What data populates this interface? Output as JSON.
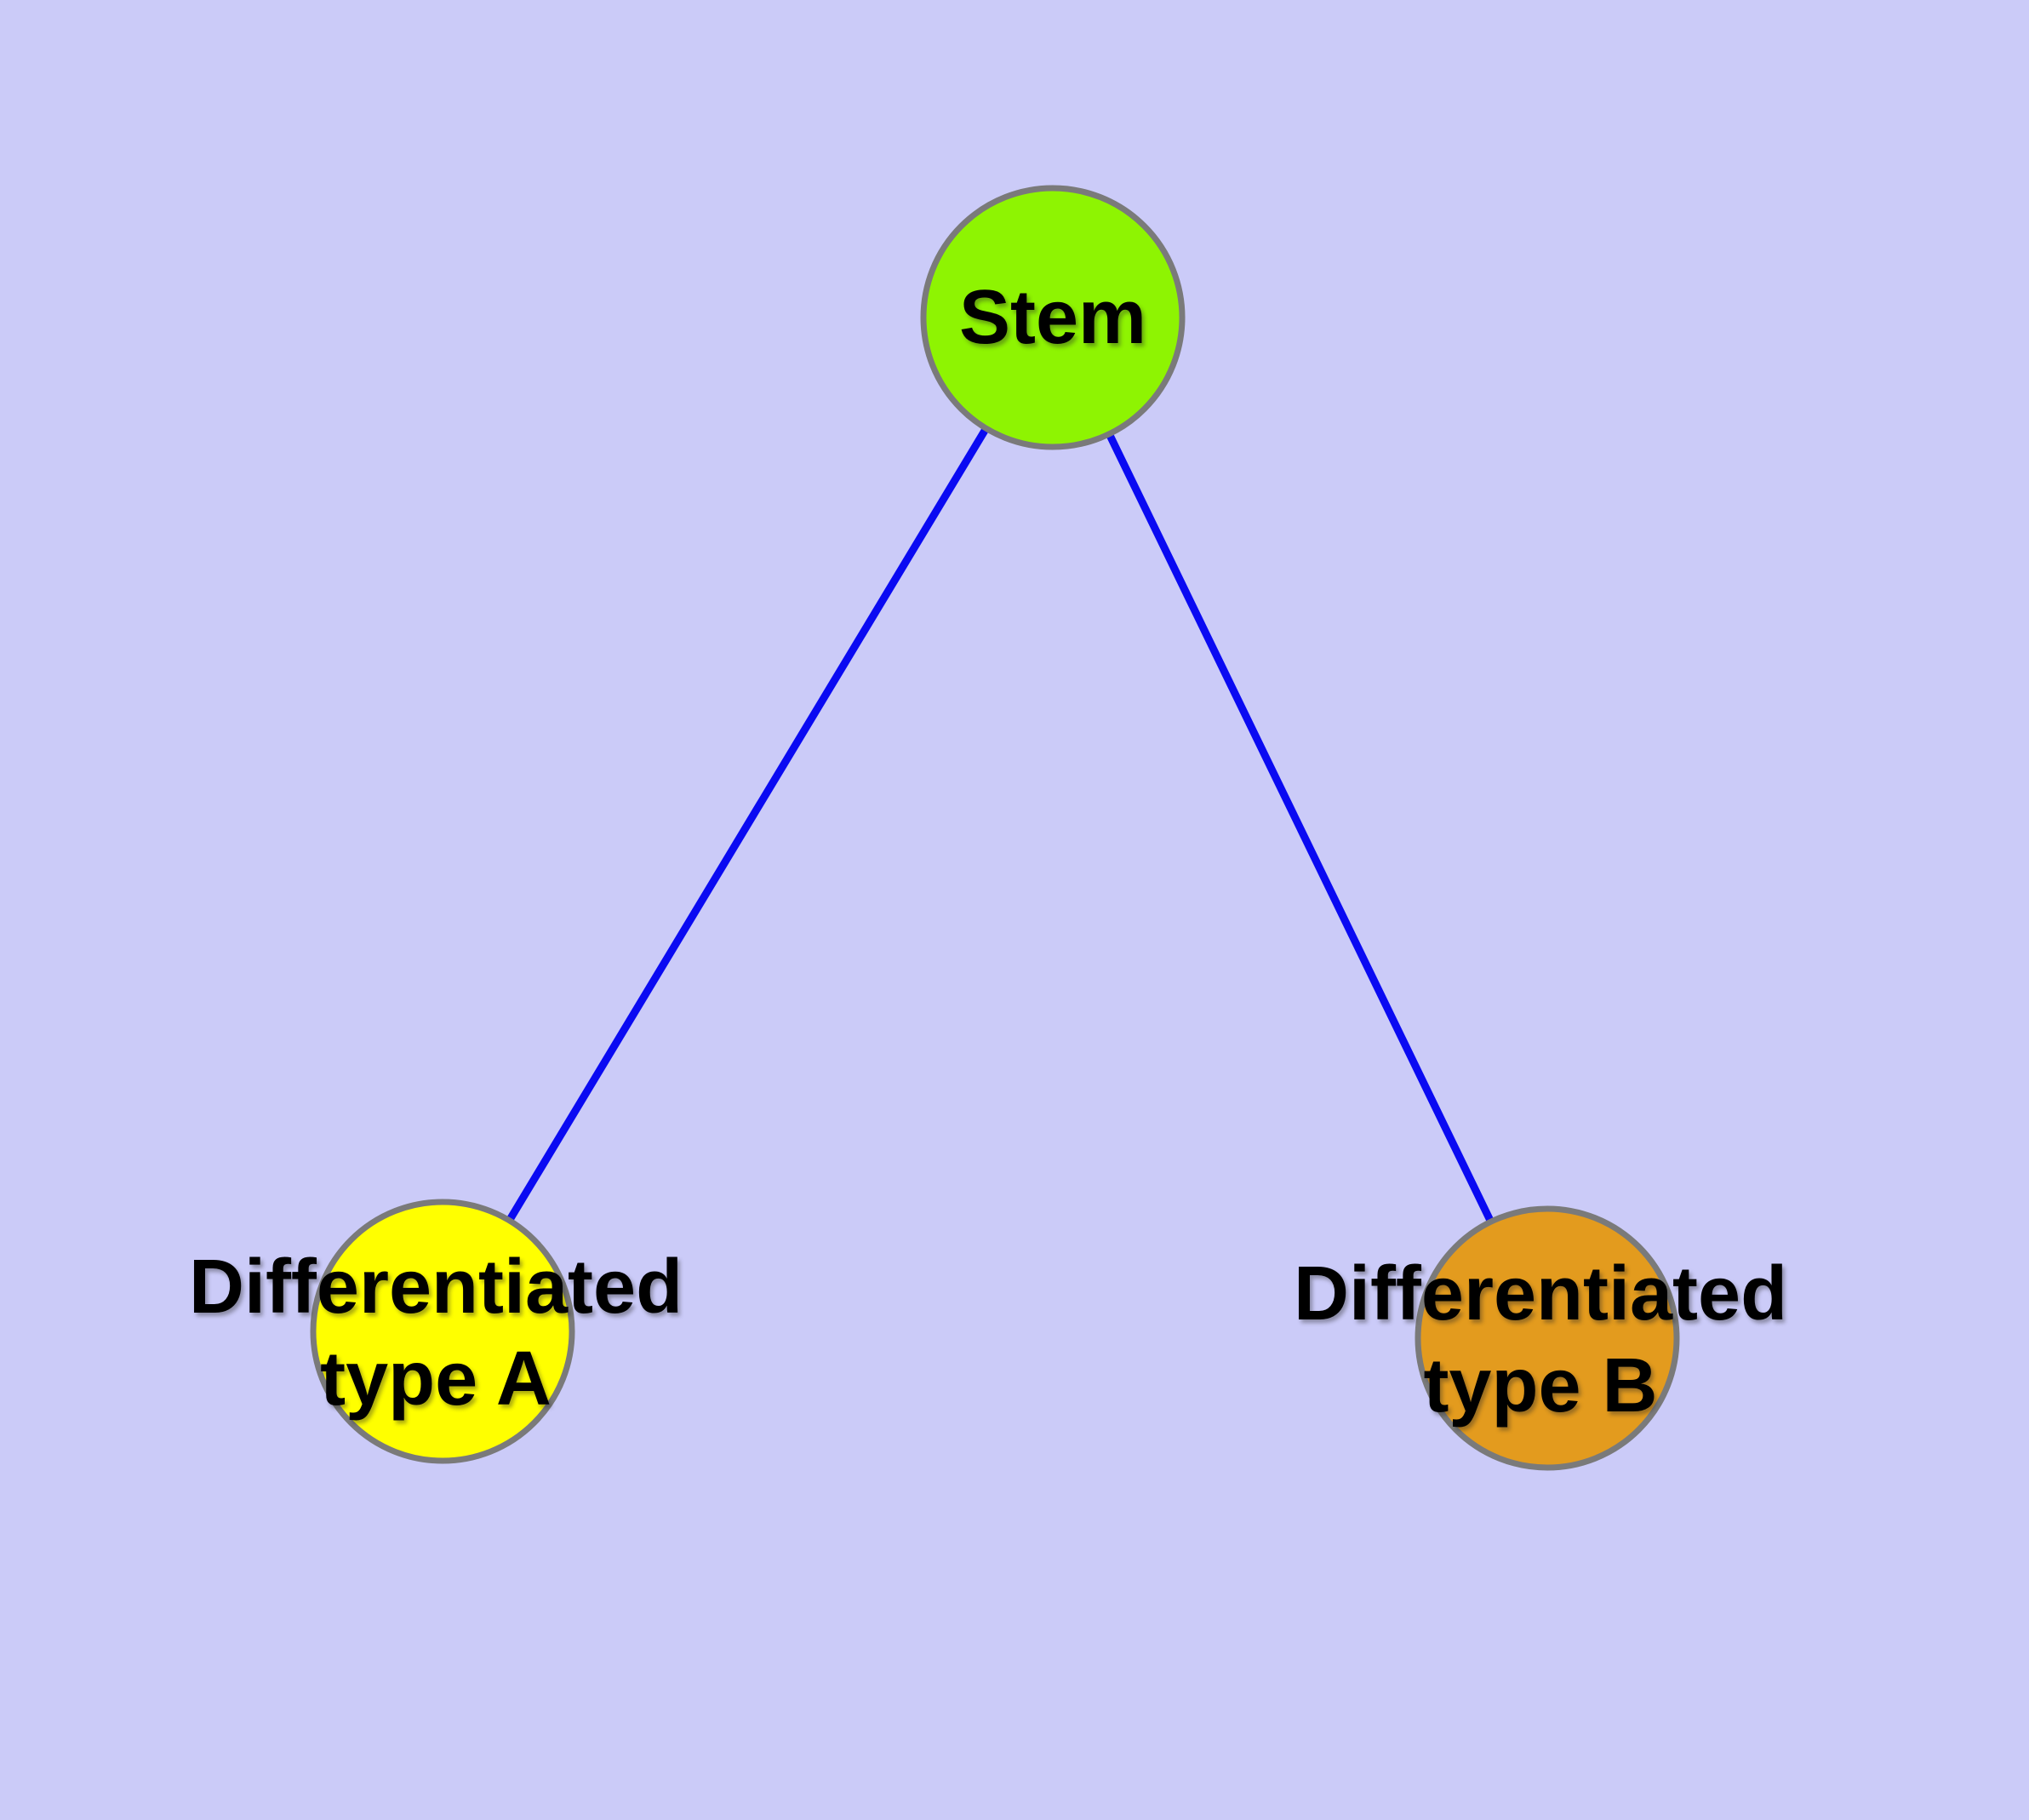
{
  "diagram": {
    "background_color": "#cbcbf8",
    "edge_color": "#0a0af2",
    "node_border_color": "#7a7a7a",
    "text_color": "#000000",
    "nodes": [
      {
        "id": "stem",
        "label": "Stem",
        "fill": "#8ef402"
      },
      {
        "id": "type-a",
        "label": "Differentiated\ntype A",
        "fill": "#ffff00"
      },
      {
        "id": "type-b",
        "label": "Differentiated\ntype B",
        "fill": "#e39b1e"
      }
    ],
    "edges": [
      {
        "from": "stem",
        "to": "type-a"
      },
      {
        "from": "stem",
        "to": "type-b"
      }
    ]
  }
}
